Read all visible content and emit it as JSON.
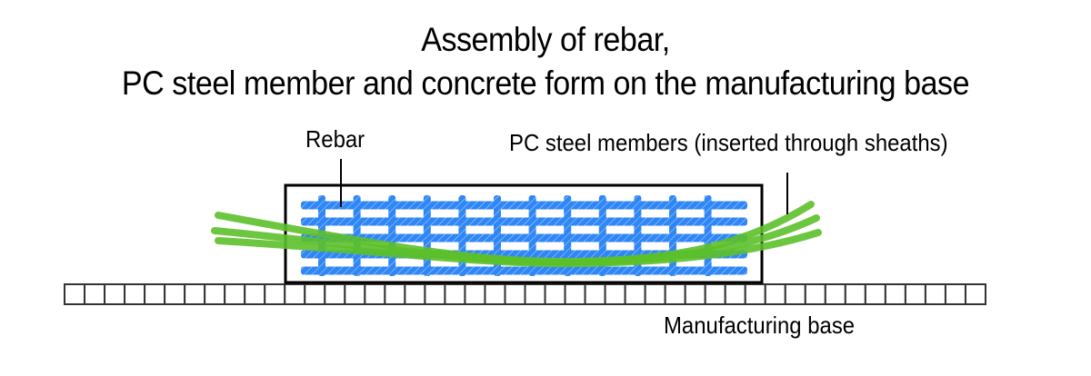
{
  "title": {
    "line1": "Assembly of rebar,",
    "line2": "PC steel member and concrete form on the manufacturing base"
  },
  "labels": {
    "rebar": "Rebar",
    "pc_steel": "PC steel members (inserted through sheaths)",
    "base": "Manufacturing base"
  },
  "colors": {
    "rebar": "#2f86f6",
    "pc_steel": "#5cc02a",
    "outline": "#000000",
    "base_outline": "#333333"
  },
  "diagram": {
    "rebar_horizontal_bars": 5,
    "rebar_vertical_bars": 12,
    "pc_steel_strands": 3,
    "base_cells": 46
  }
}
